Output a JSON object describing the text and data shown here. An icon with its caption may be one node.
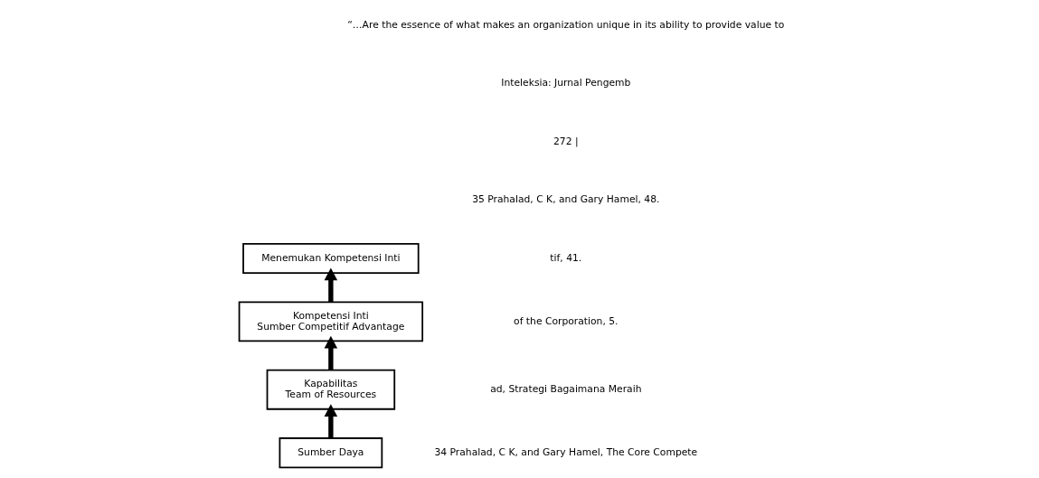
{
  "diagram": {
    "nodes": [
      {
        "text": [
          "Menemukan Kompetensi Inti"
        ]
      },
      {
        "text": [
          "Kompetensi Inti",
          "Sumber Competitif Advantage"
        ]
      },
      {
        "text": [
          "Kapabilitas",
          "Team of Resources"
        ]
      },
      {
        "text": [
          "Sumber Daya"
        ]
      }
    ],
    "edges": [
      {
        "from": 3,
        "to": 2,
        "arrow": "to"
      },
      {
        "from": 2,
        "to": 1,
        "arrow": "to"
      },
      {
        "from": 1,
        "to": 0,
        "arrow": "to"
      }
    ],
    "labels": [
      "34 Prahalad, C K, and Gary Hamel, The Core Compete",
      "ad, Strategi Bagaimana Meraih",
      "of the Corporation, 5.",
      "tif, 41.",
      "35 Prahalad, C K, and Gary Hamel, 48.",
      "272 |",
      "Inteleksia: Jurnal Pengemb",
      "“…Are the essence of what makes an organization unique in its ability to provide value to"
    ]
  }
}
